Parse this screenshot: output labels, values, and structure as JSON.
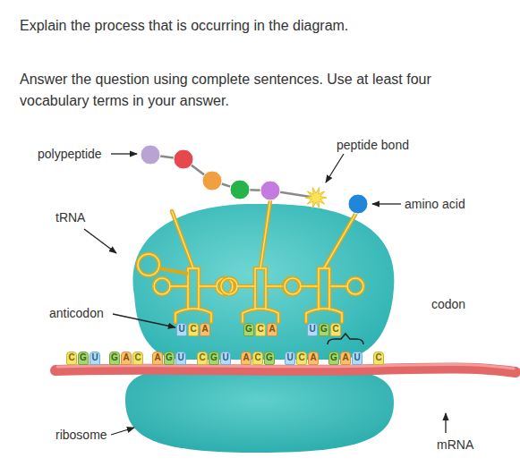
{
  "diagram": {
    "title": "Explain the process that is occurring in the diagram.",
    "nodes": [
      {
        "text": [
          "U"
        ]
      },
      {
        "text": [
          "C"
        ]
      },
      {
        "text": [
          "A"
        ]
      },
      {
        "text": [
          "G"
        ]
      },
      {
        "text": [
          "C"
        ]
      },
      {
        "text": [
          "A"
        ]
      },
      {
        "text": [
          "U"
        ]
      },
      {
        "text": [
          "G"
        ]
      },
      {
        "text": [
          "C"
        ]
      },
      {
        "text": [
          "C"
        ]
      },
      {
        "text": [
          "G"
        ]
      },
      {
        "text": [
          "U"
        ]
      },
      {
        "text": [
          "G"
        ]
      },
      {
        "text": [
          "A"
        ]
      },
      {
        "text": [
          "C"
        ]
      },
      {
        "text": [
          "A"
        ]
      },
      {
        "text": [
          "G"
        ]
      },
      {
        "text": [
          "U"
        ]
      },
      {
        "text": [
          "C"
        ]
      },
      {
        "text": [
          "G"
        ]
      },
      {
        "text": [
          "U"
        ]
      },
      {
        "text": [
          "A"
        ]
      },
      {
        "text": [
          "C"
        ]
      },
      {
        "text": [
          "G"
        ]
      },
      {
        "text": [
          "U"
        ]
      },
      {
        "text": [
          "C"
        ]
      },
      {
        "text": [
          "A"
        ]
      },
      {
        "text": [
          "G"
        ]
      },
      {
        "text": [
          "A"
        ]
      },
      {
        "text": [
          "U"
        ]
      },
      {
        "text": [
          "C"
        ]
      }
    ],
    "labels": [
      "Answer the question using complete sentences. Use at least four vocabulary terms in your answer.",
      "polypeptide",
      "peptide bond",
      "amino acid",
      "tRNA",
      "anticodon",
      "codon",
      "ribosome",
      "mRNA"
    ]
  }
}
